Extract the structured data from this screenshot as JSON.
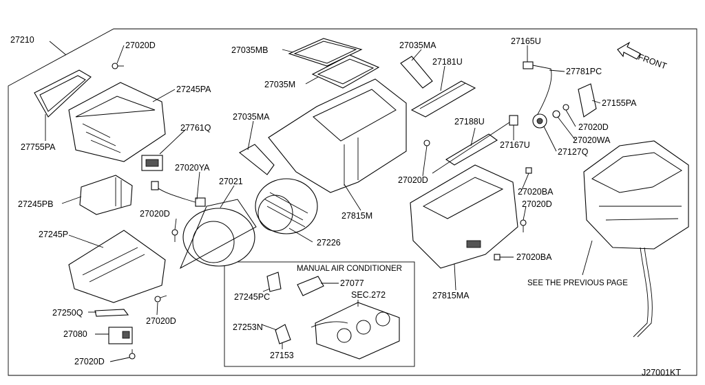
{
  "diagram": {
    "code": "J27001KT",
    "front_label": "FRONT",
    "see_previous": "SEE THE PREVIOUS PAGE",
    "manual_ac": {
      "title": "MANUAL AIR CONDITIONER",
      "sec": "SEC.272"
    },
    "labels": {
      "p27210": "27210",
      "p27020D_a": "27020D",
      "p27245PA": "27245PA",
      "p27755PA": "27755PA",
      "p27761Q": "27761Q",
      "p27020YA": "27020YA",
      "p27245PB": "27245PB",
      "p27020D_b": "27020D",
      "p27245P": "27245P",
      "p27250Q": "27250Q",
      "p27020D_c": "27020D",
      "p27080": "27080",
      "p27020D_d": "27020D",
      "p27035MB": "27035MB",
      "p27035M": "27035M",
      "p27035MA_a": "27035MA",
      "p27021": "27021",
      "p27226": "27226",
      "p27035MA_b": "27035MA",
      "p27181U": "27181U",
      "p27165U": "27165U",
      "p27781PC": "27781PC",
      "p27155PA": "27155PA",
      "p27020D_e": "27020D",
      "p27020WA": "27020WA",
      "p27127Q": "27127Q",
      "p27167U": "27167U",
      "p27188U": "27188U",
      "p27020D_f": "27020D",
      "p27815M": "27815M",
      "p27020BA_a": "27020BA",
      "p27020D_g": "27020D",
      "p27020BA_b": "27020BA",
      "p27815MA": "27815MA",
      "p27245PC": "27245PC",
      "p27077": "27077",
      "p27253N": "27253N",
      "p27153": "27153"
    }
  }
}
